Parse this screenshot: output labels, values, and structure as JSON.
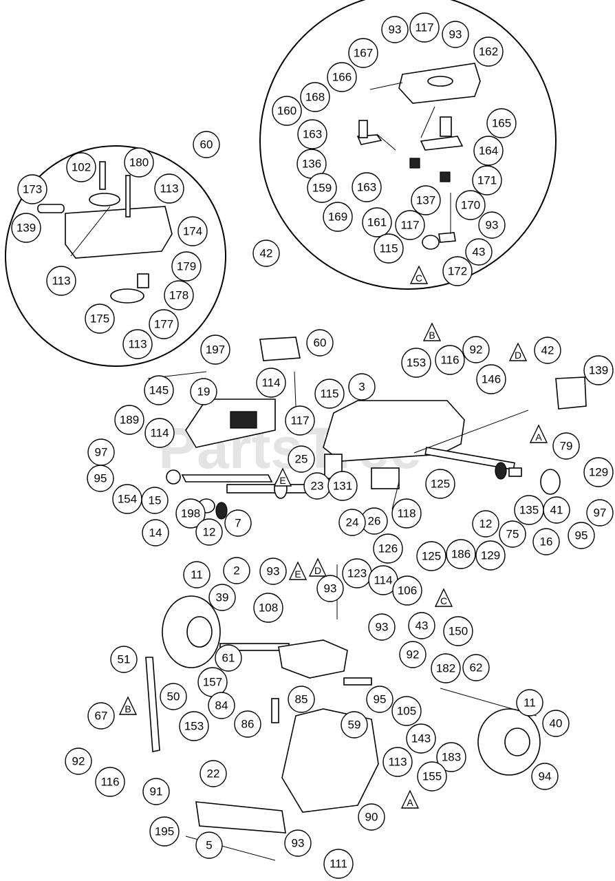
{
  "watermark": "PartsTree",
  "insets": {
    "left": {
      "id": "60"
    },
    "right": {
      "id": "42"
    }
  },
  "callouts": [
    {
      "id": "c93a",
      "label": "93"
    },
    {
      "id": "c117a",
      "label": "117"
    },
    {
      "id": "c93b",
      "label": "93"
    },
    {
      "id": "c162",
      "label": "162"
    },
    {
      "id": "c167",
      "label": "167"
    },
    {
      "id": "c166",
      "label": "166"
    },
    {
      "id": "c168",
      "label": "168"
    },
    {
      "id": "c160",
      "label": "160"
    },
    {
      "id": "c165",
      "label": "165"
    },
    {
      "id": "c163a",
      "label": "163"
    },
    {
      "id": "c164",
      "label": "164"
    },
    {
      "id": "c136",
      "label": "136"
    },
    {
      "id": "c171",
      "label": "171"
    },
    {
      "id": "c159",
      "label": "159"
    },
    {
      "id": "c163b",
      "label": "163"
    },
    {
      "id": "c137",
      "label": "137"
    },
    {
      "id": "c170",
      "label": "170"
    },
    {
      "id": "c169",
      "label": "169"
    },
    {
      "id": "c161",
      "label": "161"
    },
    {
      "id": "c117b",
      "label": "117"
    },
    {
      "id": "c93c",
      "label": "93"
    },
    {
      "id": "c42a",
      "label": "42"
    },
    {
      "id": "c115a",
      "label": "115"
    },
    {
      "id": "c43a",
      "label": "43"
    },
    {
      "id": "c172",
      "label": "172"
    },
    {
      "id": "c60a",
      "label": "60"
    },
    {
      "id": "c102",
      "label": "102"
    },
    {
      "id": "c180",
      "label": "180"
    },
    {
      "id": "c173",
      "label": "173"
    },
    {
      "id": "c113a",
      "label": "113"
    },
    {
      "id": "c139a",
      "label": "139"
    },
    {
      "id": "c174",
      "label": "174"
    },
    {
      "id": "c179",
      "label": "179"
    },
    {
      "id": "c113b",
      "label": "113"
    },
    {
      "id": "c178",
      "label": "178"
    },
    {
      "id": "c175",
      "label": "175"
    },
    {
      "id": "c177",
      "label": "177"
    },
    {
      "id": "c113c",
      "label": "113"
    },
    {
      "id": "c60b",
      "label": "60"
    },
    {
      "id": "c42b",
      "label": "42"
    },
    {
      "id": "c197",
      "label": "197"
    },
    {
      "id": "c92a",
      "label": "92"
    },
    {
      "id": "c153a",
      "label": "153"
    },
    {
      "id": "c116a",
      "label": "116"
    },
    {
      "id": "c139b",
      "label": "139"
    },
    {
      "id": "c145",
      "label": "145"
    },
    {
      "id": "c19",
      "label": "19"
    },
    {
      "id": "c114a",
      "label": "114"
    },
    {
      "id": "c3",
      "label": "3"
    },
    {
      "id": "c146",
      "label": "146"
    },
    {
      "id": "c115b",
      "label": "115"
    },
    {
      "id": "c189",
      "label": "189"
    },
    {
      "id": "c114b",
      "label": "114"
    },
    {
      "id": "c117c",
      "label": "117"
    },
    {
      "id": "c79",
      "label": "79"
    },
    {
      "id": "c97a",
      "label": "97"
    },
    {
      "id": "c25",
      "label": "25"
    },
    {
      "id": "c129a",
      "label": "129"
    },
    {
      "id": "c95a",
      "label": "95"
    },
    {
      "id": "c154",
      "label": "154"
    },
    {
      "id": "c15",
      "label": "15"
    },
    {
      "id": "c23",
      "label": "23"
    },
    {
      "id": "c125a",
      "label": "125"
    },
    {
      "id": "c131",
      "label": "131"
    },
    {
      "id": "c14",
      "label": "14"
    },
    {
      "id": "c198",
      "label": "198"
    },
    {
      "id": "c12a",
      "label": "12"
    },
    {
      "id": "c7",
      "label": "7"
    },
    {
      "id": "c26",
      "label": "26"
    },
    {
      "id": "c118",
      "label": "118"
    },
    {
      "id": "c41",
      "label": "41"
    },
    {
      "id": "c135",
      "label": "135"
    },
    {
      "id": "c97b",
      "label": "97"
    },
    {
      "id": "c24",
      "label": "24"
    },
    {
      "id": "c126",
      "label": "126"
    },
    {
      "id": "c12b",
      "label": "12"
    },
    {
      "id": "c75",
      "label": "75"
    },
    {
      "id": "c16",
      "label": "16"
    },
    {
      "id": "c95b",
      "label": "95"
    },
    {
      "id": "c125b",
      "label": "125"
    },
    {
      "id": "c186",
      "label": "186"
    },
    {
      "id": "c129b",
      "label": "129"
    },
    {
      "id": "c11a",
      "label": "11"
    },
    {
      "id": "c2",
      "label": "2"
    },
    {
      "id": "c93d",
      "label": "93"
    },
    {
      "id": "c123",
      "label": "123"
    },
    {
      "id": "c114c",
      "label": "114"
    },
    {
      "id": "c93e",
      "label": "93"
    },
    {
      "id": "c106",
      "label": "106"
    },
    {
      "id": "c39",
      "label": "39"
    },
    {
      "id": "c108",
      "label": "108"
    },
    {
      "id": "c93f",
      "label": "93"
    },
    {
      "id": "c43b",
      "label": "43"
    },
    {
      "id": "c150",
      "label": "150"
    },
    {
      "id": "c92b",
      "label": "92"
    },
    {
      "id": "c51",
      "label": "51"
    },
    {
      "id": "c61",
      "label": "61"
    },
    {
      "id": "c182",
      "label": "182"
    },
    {
      "id": "c62",
      "label": "62"
    },
    {
      "id": "c157",
      "label": "157"
    },
    {
      "id": "c50",
      "label": "50"
    },
    {
      "id": "c84",
      "label": "84"
    },
    {
      "id": "c85",
      "label": "85"
    },
    {
      "id": "c95c",
      "label": "95"
    },
    {
      "id": "c11b",
      "label": "11"
    },
    {
      "id": "c105",
      "label": "105"
    },
    {
      "id": "c40",
      "label": "40"
    },
    {
      "id": "c67",
      "label": "67"
    },
    {
      "id": "c86",
      "label": "86"
    },
    {
      "id": "c153b",
      "label": "153"
    },
    {
      "id": "c59",
      "label": "59"
    },
    {
      "id": "c143",
      "label": "143"
    },
    {
      "id": "c92c",
      "label": "92"
    },
    {
      "id": "c183",
      "label": "183"
    },
    {
      "id": "c116b",
      "label": "116"
    },
    {
      "id": "c113d",
      "label": "113"
    },
    {
      "id": "c94",
      "label": "94"
    },
    {
      "id": "c22",
      "label": "22"
    },
    {
      "id": "c155",
      "label": "155"
    },
    {
      "id": "c91",
      "label": "91"
    },
    {
      "id": "c90",
      "label": "90"
    },
    {
      "id": "c195",
      "label": "195"
    },
    {
      "id": "c5",
      "label": "5"
    },
    {
      "id": "c93g",
      "label": "93"
    },
    {
      "id": "c111",
      "label": "111"
    }
  ],
  "refs": [
    {
      "id": "rC1",
      "label": "C"
    },
    {
      "id": "rB1",
      "label": "B"
    },
    {
      "id": "rD1",
      "label": "D"
    },
    {
      "id": "rA1",
      "label": "A"
    },
    {
      "id": "rE1",
      "label": "E"
    },
    {
      "id": "rD2",
      "label": "D"
    },
    {
      "id": "rE2",
      "label": "E"
    },
    {
      "id": "rC2",
      "label": "C"
    },
    {
      "id": "rB2",
      "label": "B"
    },
    {
      "id": "rA2",
      "label": "A"
    }
  ]
}
